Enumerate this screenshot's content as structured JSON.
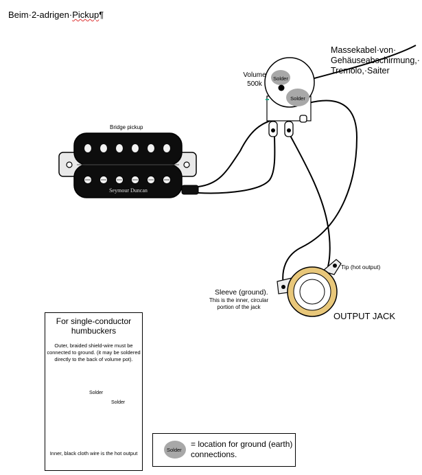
{
  "document": {
    "title_prefix": "Beim·2-adrigen·",
    "title_word": "Pickup",
    "title_suffix": "¶"
  },
  "annotations": {
    "ground_wire": "Massekabel·von·\nGehäuseabschirmung,·\nTremolo,·Saiter"
  },
  "volume_pot": {
    "label": "Volume",
    "value": "500k",
    "solder_top": "Solder",
    "solder_lower": "Solder"
  },
  "pickup": {
    "label": "Bridge pickup",
    "brand": "Seymour Duncan"
  },
  "output_jack": {
    "label": "OUTPUT JACK",
    "tip_label": "Tip (hot output)",
    "sleeve_title": "Sleeve (ground).",
    "sleeve_sub": "This is the inner, circular portion of the jack"
  },
  "inset": {
    "title": "For single-conductor humbuckers",
    "body": "Outer, braided shield-wire must be connected to ground. (it may be soldered directly to the back of volume pot).",
    "solder_1": "Solder",
    "solder_2": "Solder",
    "footer": "Inner, black cloth wire is the hot output"
  },
  "legend": {
    "solder": "Solder",
    "text": "= location for ground (earth) connections."
  },
  "colors": {
    "line": "#000000",
    "solder_blob": "#a8a8a8",
    "jack_ring": "#e8c77a",
    "pickup_body": "#0d0d0d",
    "pole_piece": "#f2f2f2"
  }
}
